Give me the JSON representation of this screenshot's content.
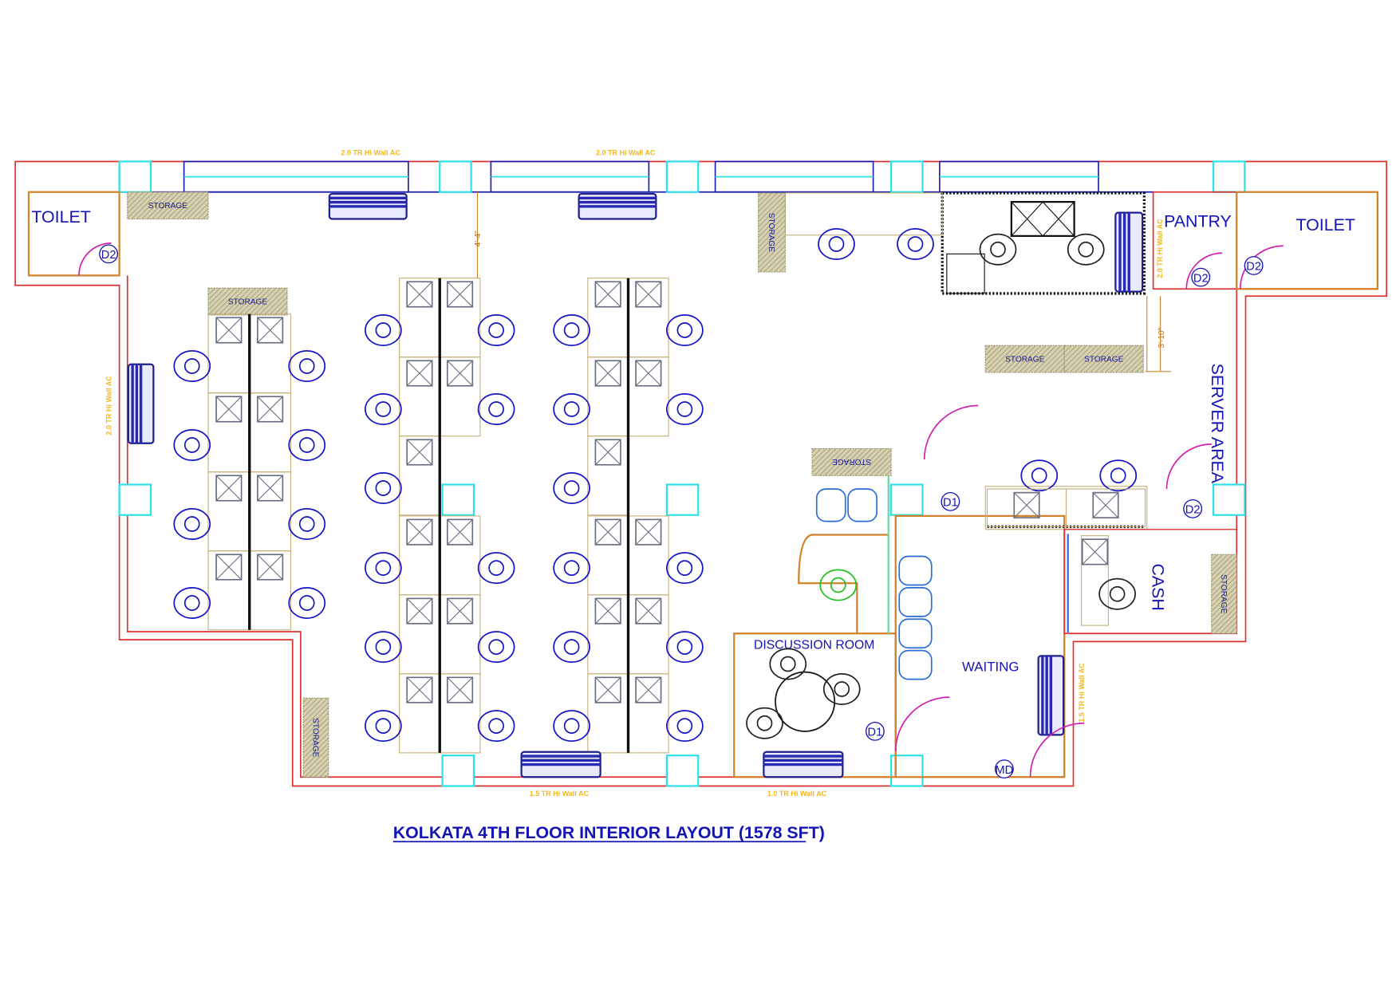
{
  "title": "KOLKATA 4TH FLOOR INTERIOR LAYOUT (1578 SFT)",
  "colors": {
    "wall": "#e03030",
    "inner_wall": "#d2822a",
    "window": "#2020b0",
    "column": "#30e0e8",
    "label": "#1414b4",
    "ac_label": "#f2b81c",
    "door": "#d020b0",
    "storage": "#c8c3a0"
  },
  "rooms": {
    "toilet_left": "TOILET",
    "pantry": "PANTRY",
    "toilet_right": "TOILET",
    "server_area": "SERVER AREA",
    "cash": "CASH",
    "discussion_room": "DISCUSSION ROOM",
    "waiting": "WAITING"
  },
  "storage_label": "STORAGE",
  "ac_units": {
    "top_1": "2.0 TR Hi Wall AC",
    "top_2": "2.0 TR Hi Wall AC",
    "left": "2.0 TR Hi Wall AC",
    "pantry": "2.0 TR Hi Wall AC",
    "bottom_1": "1.5 TR Hi Wall AC",
    "bottom_2": "1.0 TR Hi Wall AC",
    "waiting": "1.5 TR Hi Wall AC"
  },
  "dimensions": {
    "aisle": "4'-4\"",
    "server_passage": "3'-10\""
  },
  "doors": {
    "d1": "D1",
    "d2": "D2",
    "md": "MD"
  }
}
